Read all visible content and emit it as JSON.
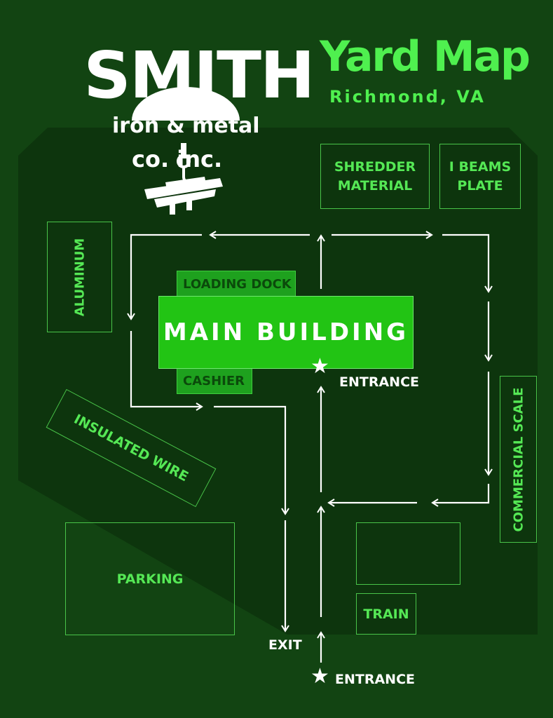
{
  "header": {
    "title": "Yard Map",
    "location": "Richmond, VA"
  },
  "logo": {
    "name": "SMITH",
    "line1": "iron & metal",
    "line2": "co. inc."
  },
  "areas": {
    "shredder_line1": "SHREDDER",
    "shredder_line2": "MATERIAL",
    "ibeams_line1": "I BEAMS",
    "ibeams_line2": "PLATE",
    "aluminum": "ALUMINUM",
    "loading_dock": "LOADING DOCK",
    "main_building": "MAIN BUILDING",
    "cashier": "CASHIER",
    "insulated_wire": "INSULATED WIRE",
    "commercial_scale": "COMMERCIAL SCALE",
    "parking": "PARKING",
    "train": "TRAIN"
  },
  "markers": {
    "entrance_building": "ENTRANCE",
    "entrance_yard": "ENTRANCE",
    "exit": "EXIT"
  },
  "colors": {
    "background": "#124412",
    "yard": "#0e360e",
    "building": "#22c414",
    "label": "#55e855",
    "title": "#4ff04f"
  }
}
